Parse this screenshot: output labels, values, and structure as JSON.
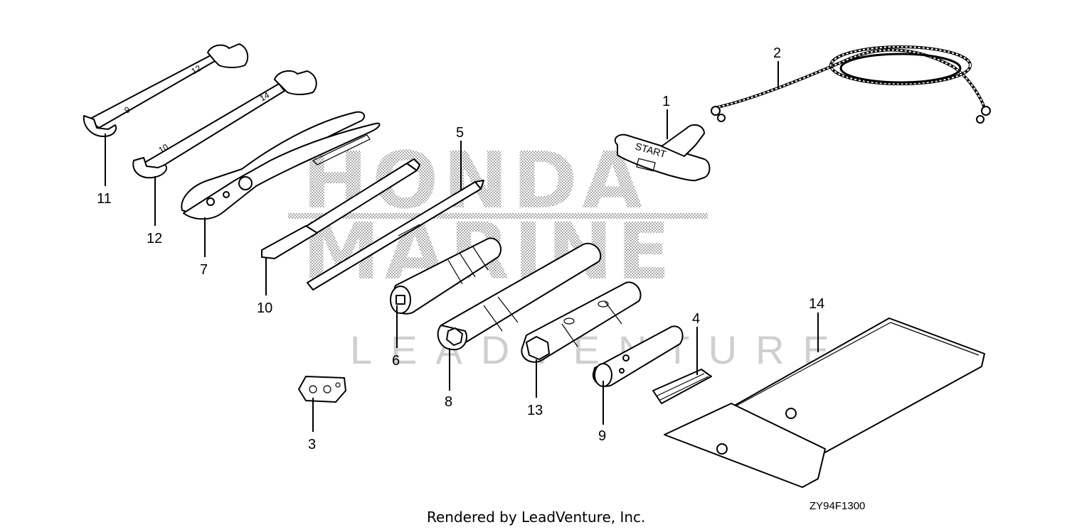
{
  "watermark": {
    "brand_line1": "HONDA",
    "brand_line2": "MARINE",
    "lead_text": "LEADVENTURE"
  },
  "tool_labels": {
    "wrench_a_marks": [
      "9",
      "12"
    ],
    "wrench_b_marks": [
      "10",
      "14"
    ],
    "starter_grip": "START"
  },
  "parts": [
    {
      "num": "1"
    },
    {
      "num": "2"
    },
    {
      "num": "3"
    },
    {
      "num": "4"
    },
    {
      "num": "5"
    },
    {
      "num": "6"
    },
    {
      "num": "7"
    },
    {
      "num": "8"
    },
    {
      "num": "9"
    },
    {
      "num": "10"
    },
    {
      "num": "11"
    },
    {
      "num": "12"
    },
    {
      "num": "13"
    },
    {
      "num": "14"
    }
  ],
  "footer": {
    "rendered_by": "Rendered by LeadVenture, Inc.",
    "diagram_code": "ZY94F1300"
  }
}
